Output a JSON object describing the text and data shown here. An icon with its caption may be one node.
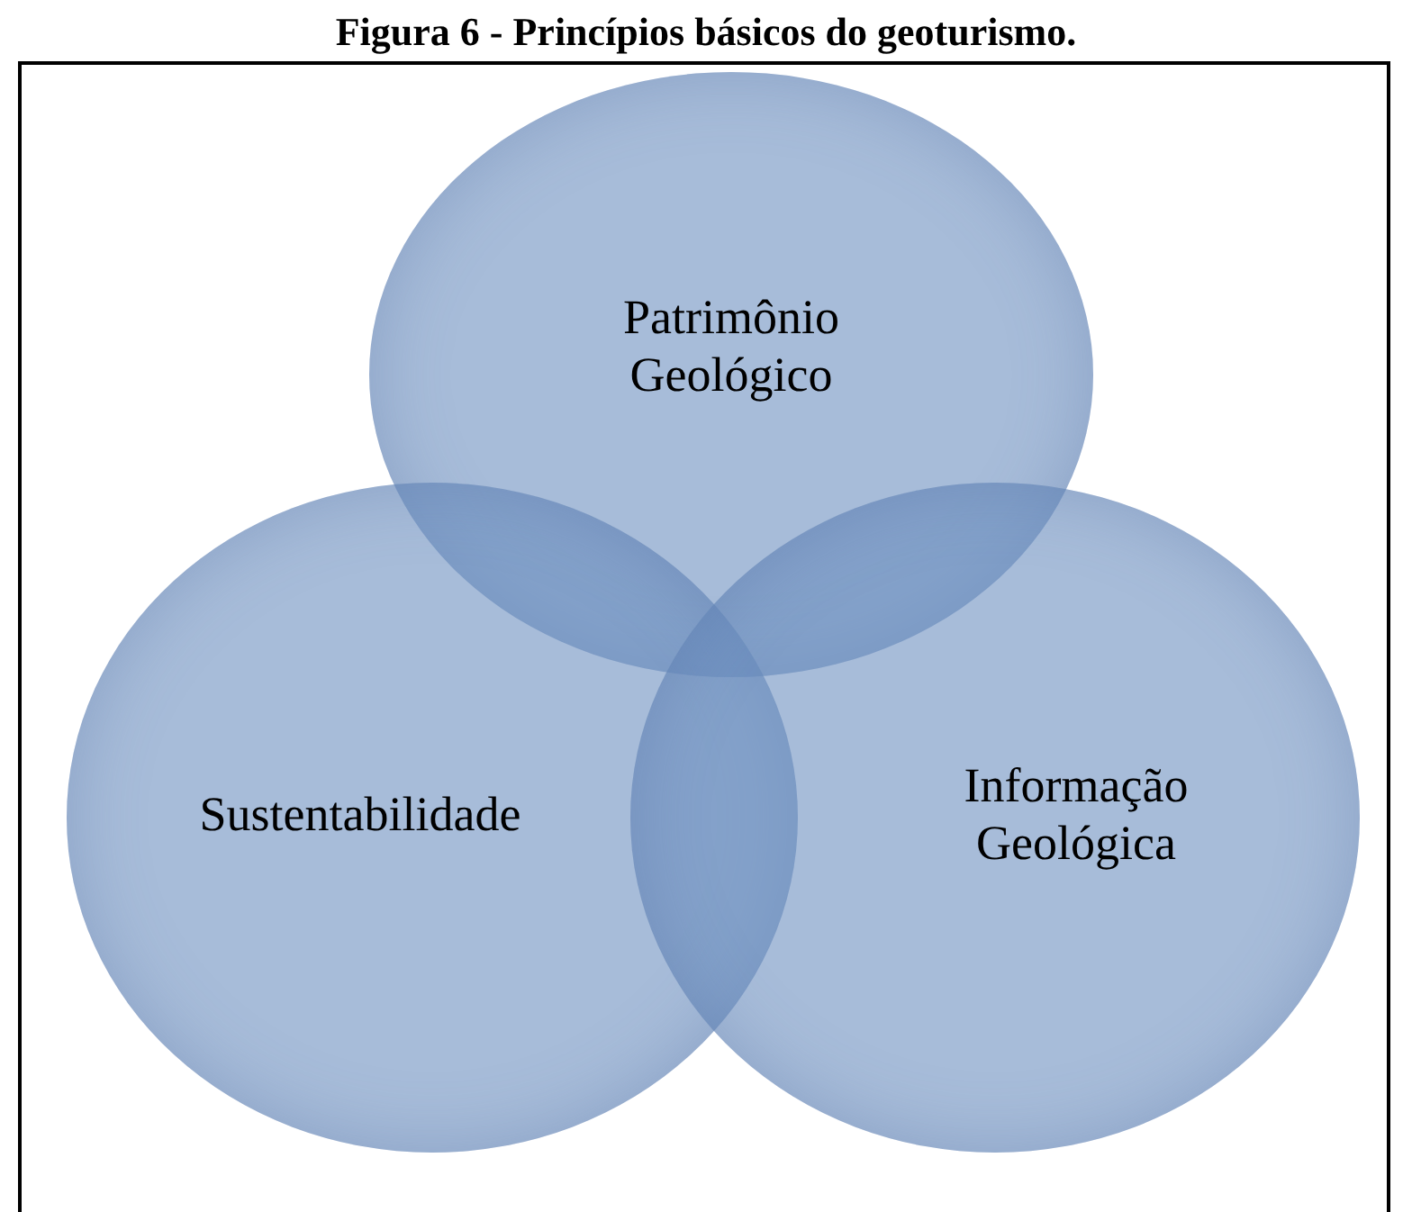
{
  "diagram": {
    "title": "Figura 6 - Princípios básicos do geoturismo.",
    "nodes": [
      {
        "text": [
          "Patrimônio Geológico"
        ]
      },
      {
        "text": [
          "Sustentabilidade"
        ]
      },
      {
        "text": [
          "Informação Geológica"
        ]
      }
    ]
  }
}
